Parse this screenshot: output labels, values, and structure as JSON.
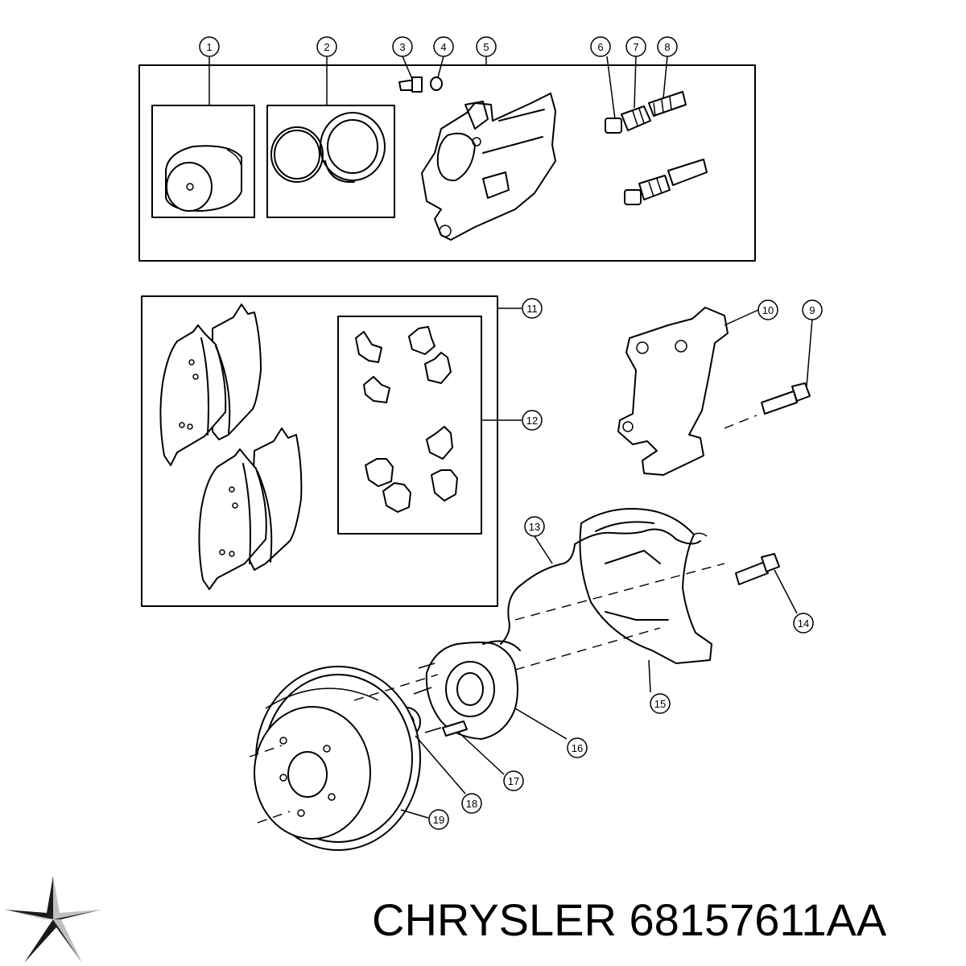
{
  "callouts": [
    {
      "label": "1"
    },
    {
      "label": "2"
    },
    {
      "label": "3"
    },
    {
      "label": "4"
    },
    {
      "label": "5"
    },
    {
      "label": "6"
    },
    {
      "label": "7"
    },
    {
      "label": "8"
    },
    {
      "label": "9"
    },
    {
      "label": "10"
    },
    {
      "label": "11"
    },
    {
      "label": "12"
    },
    {
      "label": "13"
    },
    {
      "label": "14"
    },
    {
      "label": "15"
    },
    {
      "label": "16"
    },
    {
      "label": "17"
    },
    {
      "label": "18"
    },
    {
      "label": "19"
    }
  ],
  "footer": {
    "brand_part_text": "CHRYSLER 68157611AA",
    "logo_icon": "pentastar-logo-icon"
  },
  "colors": {
    "line": "#000000",
    "background": "#ffffff",
    "logo_dark": "#1a1a1a",
    "logo_light": "#bfbfbf"
  }
}
